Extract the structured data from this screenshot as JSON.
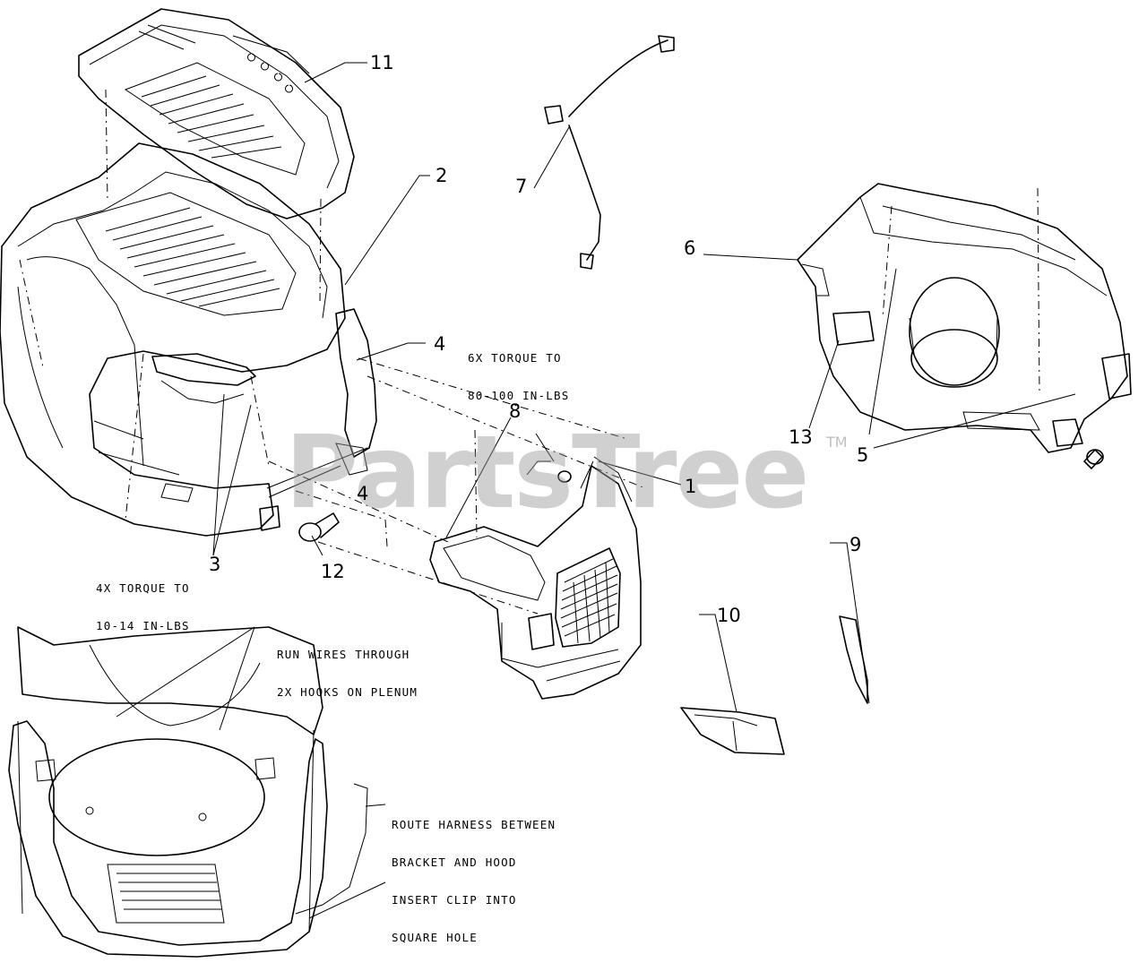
{
  "callouts": {
    "c1": "1",
    "c2": "2",
    "c3": "3",
    "c4a": "4",
    "c4b": "4",
    "c5": "5",
    "c6": "6",
    "c7": "7",
    "c8": "8",
    "c9": "9",
    "c10": "10",
    "c11": "11",
    "c12": "12",
    "c13": "13"
  },
  "notes": {
    "torque_6x_line1": "6X TORQUE TO",
    "torque_6x_line2": "80-100 IN-LBS",
    "torque_4x_line1": "4X TORQUE TO",
    "torque_4x_line2": "10-14 IN-LBS",
    "run_wires_line1": "RUN WIRES THROUGH",
    "run_wires_line2": "2X HOOKS ON PLENUM",
    "route_harness_line1": "ROUTE HARNESS BETWEEN",
    "route_harness_line2": "BRACKET AND HOOD",
    "insert_clip_line1": "INSERT CLIP INTO",
    "insert_clip_line2": "SQUARE HOLE"
  },
  "watermark": {
    "text": "PartsTree",
    "tm": "TM"
  },
  "colors": {
    "line": "#000000",
    "watermark": "#969696",
    "background": "#ffffff"
  }
}
